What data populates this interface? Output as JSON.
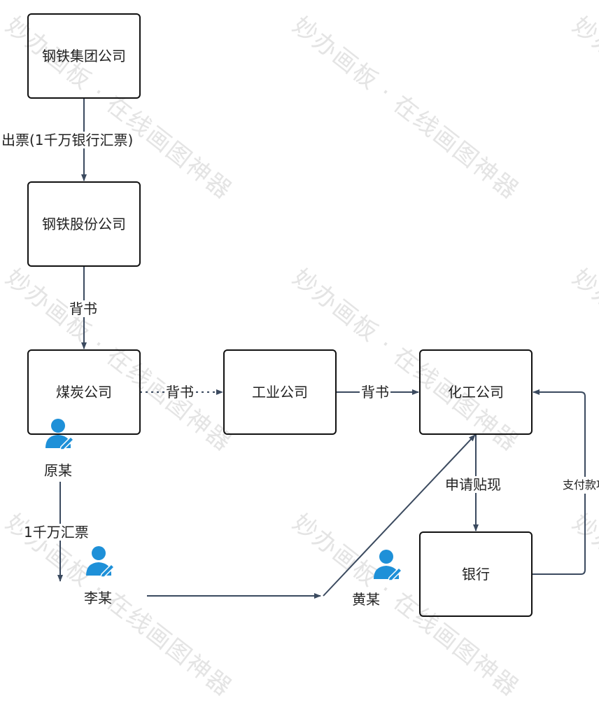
{
  "watermark": {
    "text": "妙办画板 · 在线画图神器",
    "color": "#e4e4e4"
  },
  "colors": {
    "edge": "#3b4a5f",
    "node_border": "#111111",
    "person_icon": "#1e90d8",
    "text": "#222222"
  },
  "nodes": {
    "steel_group": "钢铁集团公司",
    "steel_shares": "钢铁股份公司",
    "coal": "煤炭公司",
    "industrial": "工业公司",
    "chemical": "化工公司",
    "bank": "银行"
  },
  "edges": {
    "issue": "出票(1千万银行汇票)",
    "endorse_1": "背书",
    "endorse_2": "背书",
    "endorse_3": "背书",
    "transfer": "1千万汇票",
    "discount": "申请贴现",
    "payment": "支付款项"
  },
  "persons": {
    "yuan": "原某",
    "li": "李某",
    "huang": "黄某"
  }
}
